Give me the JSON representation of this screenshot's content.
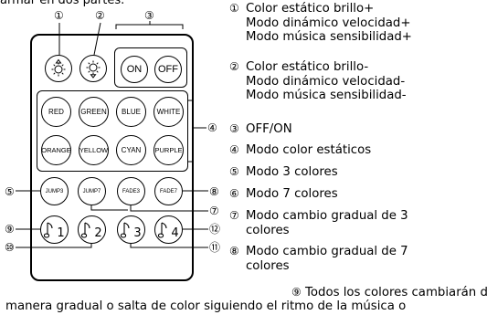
{
  "document": {
    "top_cut_text": "armar en dos partes.",
    "callouts": {
      "c1": "①",
      "c2": "②",
      "c3": "③",
      "c4": "④",
      "c5": "⑤",
      "c6": "⑥",
      "c7": "⑦",
      "c8": "⑧",
      "c9": "⑨",
      "c10": "⑩",
      "c11": "⑪",
      "c12": "⑫"
    },
    "remote": {
      "on_label": "ON",
      "off_label": "OFF",
      "color_buttons": [
        "RED",
        "GREEN",
        "BLUE",
        "WHITE",
        "ORANGE",
        "YELLOW",
        "CYAN",
        "PURPLE"
      ],
      "mode_buttons": [
        "JUMP3",
        "JUMP7",
        "FADE3",
        "FADE7"
      ],
      "music_buttons": [
        "1",
        "2",
        "3",
        "4"
      ],
      "brightness_up_icon": "brightness-up-icon",
      "brightness_down_icon": "brightness-down-icon",
      "music_icon": "music-note-icon"
    },
    "legend": [
      {
        "num": "①",
        "lines": [
          "Color estático brillo+",
          "Modo dinámico velocidad+",
          "Modo música sensibilidad+"
        ]
      },
      {
        "num": "②",
        "lines": [
          "Color estático brillo-",
          "Modo dinámico velocidad-",
          "Modo música sensibilidad-"
        ]
      },
      {
        "num": "③",
        "lines": [
          "OFF/ON"
        ]
      },
      {
        "num": "④",
        "lines": [
          "Modo color estáticos"
        ]
      },
      {
        "num": "⑤",
        "lines": [
          "Modo 3 colores"
        ]
      },
      {
        "num": "⑥",
        "lines": [
          "Modo 7 colores"
        ]
      },
      {
        "num": "⑦",
        "lines": [
          "Modo cambio gradual de 3",
          "colores"
        ]
      },
      {
        "num": "⑧",
        "lines": [
          "Modo cambio gradual de 7",
          "colores"
        ]
      }
    ],
    "note9": {
      "num": "⑨",
      "line1": "Todos los colores cambiarán de",
      "line2": "manera gradual o salta de color siguiendo el ritmo de la música o"
    }
  }
}
